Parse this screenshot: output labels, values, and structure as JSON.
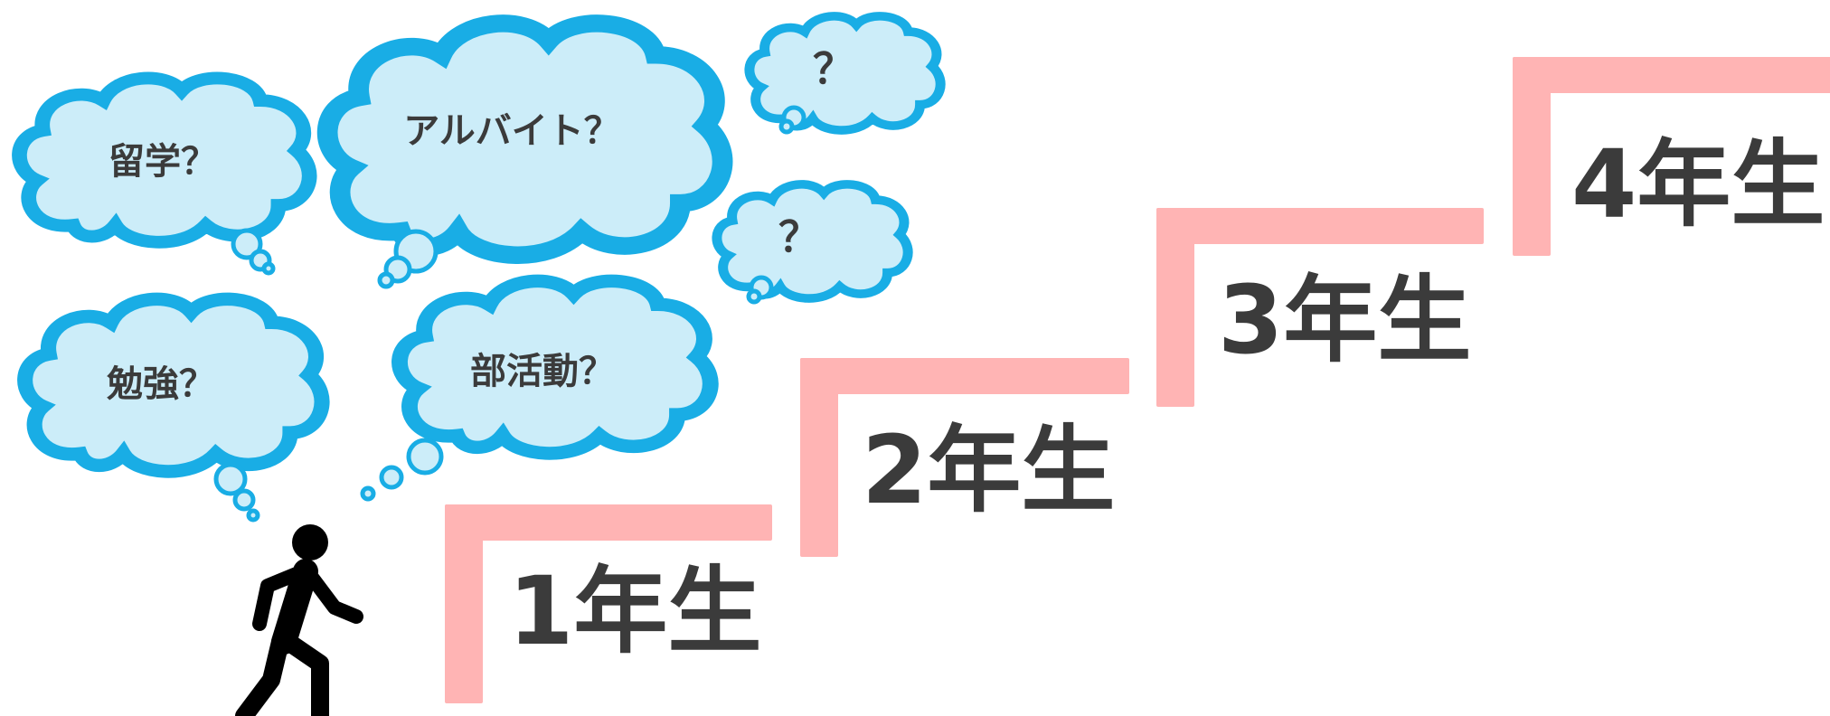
{
  "colors": {
    "stair": "#ffb4b4",
    "cloud_fill": "#ccedf9",
    "cloud_stroke": "#19ade5",
    "text": "#3b3b3b",
    "person": "#000000",
    "background": "#ffffff"
  },
  "icons": {
    "person": "walking-person-icon"
  },
  "steps": [
    {
      "label": "1年生"
    },
    {
      "label": "2年生"
    },
    {
      "label": "3年生"
    },
    {
      "label": "4年生"
    }
  ],
  "thoughts": [
    {
      "label": "留学？"
    },
    {
      "label": "アルバイト？"
    },
    {
      "label": "？"
    },
    {
      "label": "？"
    },
    {
      "label": "勉強？"
    },
    {
      "label": "部活動？"
    }
  ]
}
